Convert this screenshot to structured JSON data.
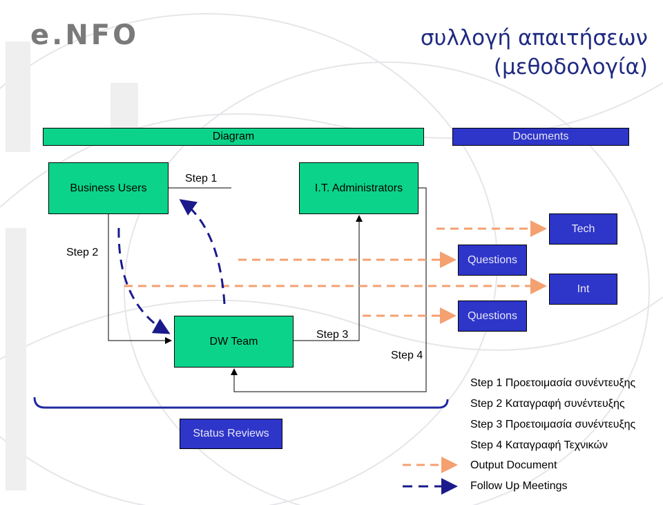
{
  "logo": "e.NFO",
  "title": {
    "line1": "συλλογή απαιτήσεων",
    "line2": "(μεθοδολογία)"
  },
  "headers": {
    "diagram": "Diagram",
    "documents": "Documents"
  },
  "nodes": {
    "business_users": "Business Users",
    "it_admins": "I.T. Administrators",
    "dw_team": "DW Team",
    "status_reviews": "Status Reviews",
    "tech": "Tech",
    "int": "Int",
    "questions_1": "Questions",
    "questions_2": "Questions"
  },
  "flow_labels": {
    "step1": "Step 1",
    "step2": "Step 2",
    "step3": "Step 3",
    "step4": "Step 4"
  },
  "legend": {
    "step1": "Step 1 Προετοιμασία συνέντευξης",
    "step2": "Step 2 Καταγραφή συνέντευξης",
    "step3": "Step 3 Προετοιμασία συνέντευξης",
    "step4": "Step 4 Καταγραφή Τεχνικών",
    "output": "Output Document",
    "follow_up": "Follow Up Meetings"
  },
  "colors": {
    "green": "#0bd48a",
    "blue": "#2e35c9",
    "orange_dashed": "#f4a070",
    "navy_dashed": "#1a1a8c",
    "title": "#1f2a80"
  }
}
